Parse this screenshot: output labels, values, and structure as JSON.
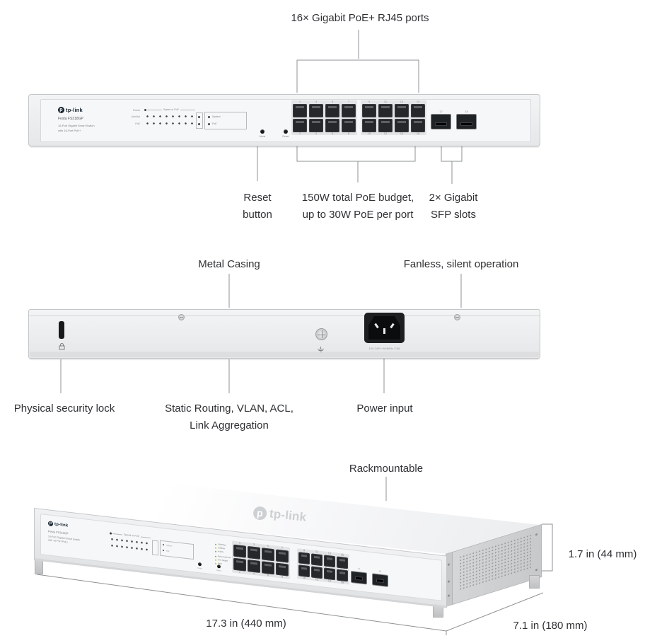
{
  "colors": {
    "leader_line": "#8e9194",
    "text": "#2e3033",
    "led_green": "#7cb342",
    "led_yellow": "#f0b400"
  },
  "front_panel": {
    "brand": "tp-link",
    "brand_initial": "p",
    "model": "Festa FS318GP",
    "subtitle1": "16-Port Gigabit Smart Switch",
    "subtitle2": "with 16-Port PoE+",
    "power_label": "Power",
    "matrix_header": "Speed or PoE",
    "row1_label": "Link/Act",
    "row2_label": "PoE",
    "system_label": "System",
    "poe_status_label": "PoE",
    "mode_button": "Mode",
    "reset_button": "Reset",
    "ports_top": [
      "1",
      "3",
      "5",
      "7",
      "9",
      "11",
      "13",
      "15"
    ],
    "ports_bottom": [
      "2",
      "4",
      "6",
      "8",
      "10",
      "12",
      "14",
      "16"
    ],
    "sfp": [
      "17",
      "18"
    ],
    "legend_speed_label": "Speed",
    "legend_speed": [
      {
        "color": "#7cb342",
        "text": "1000Mbps"
      },
      {
        "color": "#f0b400",
        "text": "100Mbps"
      },
      {
        "color": "#7cb342",
        "text": "Activity"
      }
    ],
    "legend_poe_label": "PoE",
    "legend_poe": [
      {
        "color": "#7cb342",
        "text": "Delivering Power"
      },
      {
        "color": "#f0b400",
        "text": "Over Budget"
      },
      {
        "color": "#f0b400",
        "text": "Fault"
      }
    ]
  },
  "rear_panel": {
    "power_rating": "100-240V~50/60Hz 2.5A"
  },
  "annotations": {
    "ports": "16× Gigabit PoE+ RJ45 ports",
    "reset_line1": "Reset",
    "reset_line2": "button",
    "poe_line1": "150W total PoE budget,",
    "poe_line2": "up to 30W PoE per port",
    "sfp_line1": "2× Gigabit",
    "sfp_line2": "SFP slots",
    "metal": "Metal Casing",
    "fanless": "Fanless, silent operation",
    "lock": "Physical security lock",
    "routing_line1": "Static Routing, VLAN, ACL,",
    "routing_line2": "Link Aggregation",
    "power": "Power input",
    "rack": "Rackmountable",
    "dim_width": "17.3 in (440 mm)",
    "dim_depth": "7.1 in (180 mm)",
    "dim_height": "1.7 in (44 mm)"
  }
}
